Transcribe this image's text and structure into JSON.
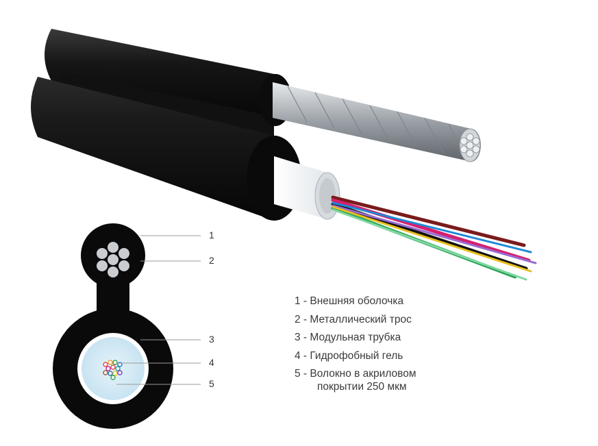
{
  "callouts": [
    "1",
    "2",
    "3",
    "4",
    "5"
  ],
  "legend": [
    {
      "text": "1 - Внешняя оболочка"
    },
    {
      "text": "2 - Металлический трос"
    },
    {
      "text": "3 - Модульная трубка"
    },
    {
      "text": "4 - Гидрофобный гель"
    },
    {
      "text": "5 - Волокно в акриловом",
      "cont": "покрытии 250 мкм"
    }
  ],
  "colors": {
    "sheath": "#0a0a0a",
    "steel": "#c4c8cc",
    "tube": "#f4f6f8",
    "gel": "#cfe7f3",
    "fibers": [
      "#7a1b1b",
      "#d4206f",
      "#121212",
      "#2fa35a",
      "#1e88d6",
      "#9b6ad0",
      "#e8c020",
      "#7fd9a0"
    ]
  }
}
